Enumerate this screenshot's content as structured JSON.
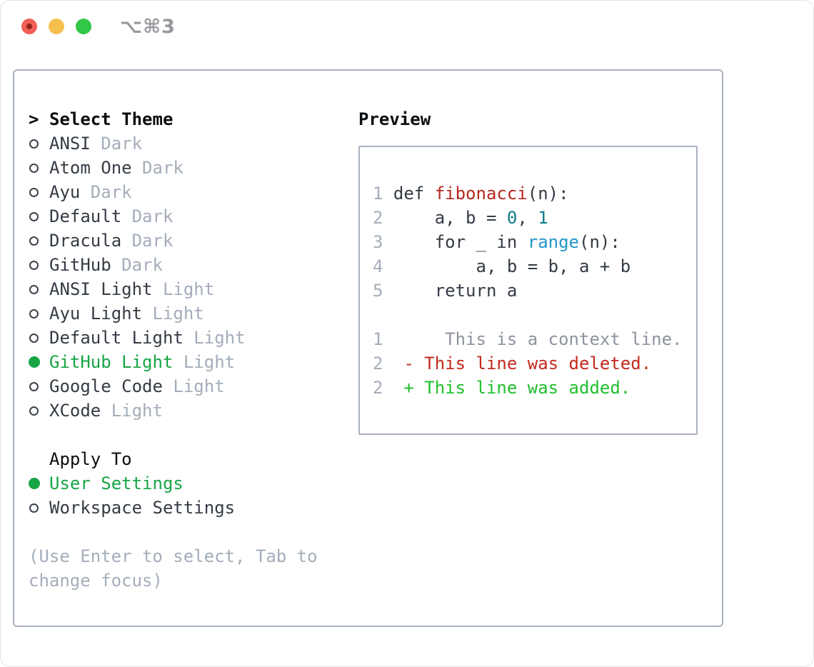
{
  "titlebar": {
    "shortcut": "⌥⌘3",
    "traffic_lights": [
      "close",
      "minimize",
      "zoom"
    ]
  },
  "theme_panel": {
    "cursor": ">",
    "title": "Select Theme",
    "themes": [
      {
        "name": "ANSI",
        "variant": "Dark",
        "selected": false
      },
      {
        "name": "Atom One",
        "variant": "Dark",
        "selected": false
      },
      {
        "name": "Ayu",
        "variant": "Dark",
        "selected": false
      },
      {
        "name": "Default",
        "variant": "Dark",
        "selected": false
      },
      {
        "name": "Dracula",
        "variant": "Dark",
        "selected": false
      },
      {
        "name": "GitHub",
        "variant": "Dark",
        "selected": false
      },
      {
        "name": "ANSI Light",
        "variant": "Light",
        "selected": false
      },
      {
        "name": "Ayu Light",
        "variant": "Light",
        "selected": false
      },
      {
        "name": "Default Light",
        "variant": "Light",
        "selected": false
      },
      {
        "name": "GitHub Light",
        "variant": "Light",
        "selected": true
      },
      {
        "name": "Google Code",
        "variant": "Light",
        "selected": false
      },
      {
        "name": "XCode",
        "variant": "Light",
        "selected": false
      }
    ],
    "apply_to": {
      "title": "Apply To",
      "options": [
        {
          "label": "User Settings",
          "selected": true
        },
        {
          "label": "Workspace Settings",
          "selected": false
        }
      ]
    },
    "help": "(Use Enter to select, Tab to change focus)"
  },
  "preview": {
    "title": "Preview",
    "lines": [
      {
        "num": "1",
        "segments": [
          {
            "t": "def ",
            "c": "code"
          },
          {
            "t": "fibonacci",
            "c": "fn"
          },
          {
            "t": "(n):",
            "c": "code"
          }
        ]
      },
      {
        "num": "2",
        "segments": [
          {
            "t": "    a, b = ",
            "c": "code"
          },
          {
            "t": "0",
            "c": "num"
          },
          {
            "t": ", ",
            "c": "code"
          },
          {
            "t": "1",
            "c": "num"
          }
        ]
      },
      {
        "num": "3",
        "segments": [
          {
            "t": "    for _ in ",
            "c": "code"
          },
          {
            "t": "range",
            "c": "blue"
          },
          {
            "t": "(n):",
            "c": "code"
          }
        ]
      },
      {
        "num": "4",
        "segments": [
          {
            "t": "        a, b = b, a + b",
            "c": "code"
          }
        ]
      },
      {
        "num": "5",
        "segments": [
          {
            "t": "    return a",
            "c": "code"
          }
        ]
      },
      {
        "blank": true
      },
      {
        "num": "1",
        "segments": [
          {
            "t": "     This is a context line.",
            "c": "ctx"
          }
        ]
      },
      {
        "num": "2",
        "segments": [
          {
            "t": " - This line was deleted.",
            "c": "del"
          }
        ]
      },
      {
        "num": "2",
        "segments": [
          {
            "t": " + This line was added.",
            "c": "add"
          }
        ]
      }
    ]
  },
  "colors": {
    "heading": "#0a0d10",
    "text": "#343b44",
    "muted": "#a4adba",
    "selected_green": "#17a546",
    "bullet_ring": "#3c434c",
    "line_number": "#a4adba",
    "border": "#a9b2bf",
    "titlebar_text": "#97989d",
    "traffic_red": "#f05f56",
    "traffic_yellow": "#f5bf4e",
    "traffic_green": "#33c748",
    "syntax": {
      "code": "#343b44",
      "fn": "#b4281e",
      "num": "#0f7d88",
      "blue": "#2397c9",
      "ctx": "#8d949e",
      "del": "#c32a1c",
      "add": "#20bf2c"
    }
  }
}
